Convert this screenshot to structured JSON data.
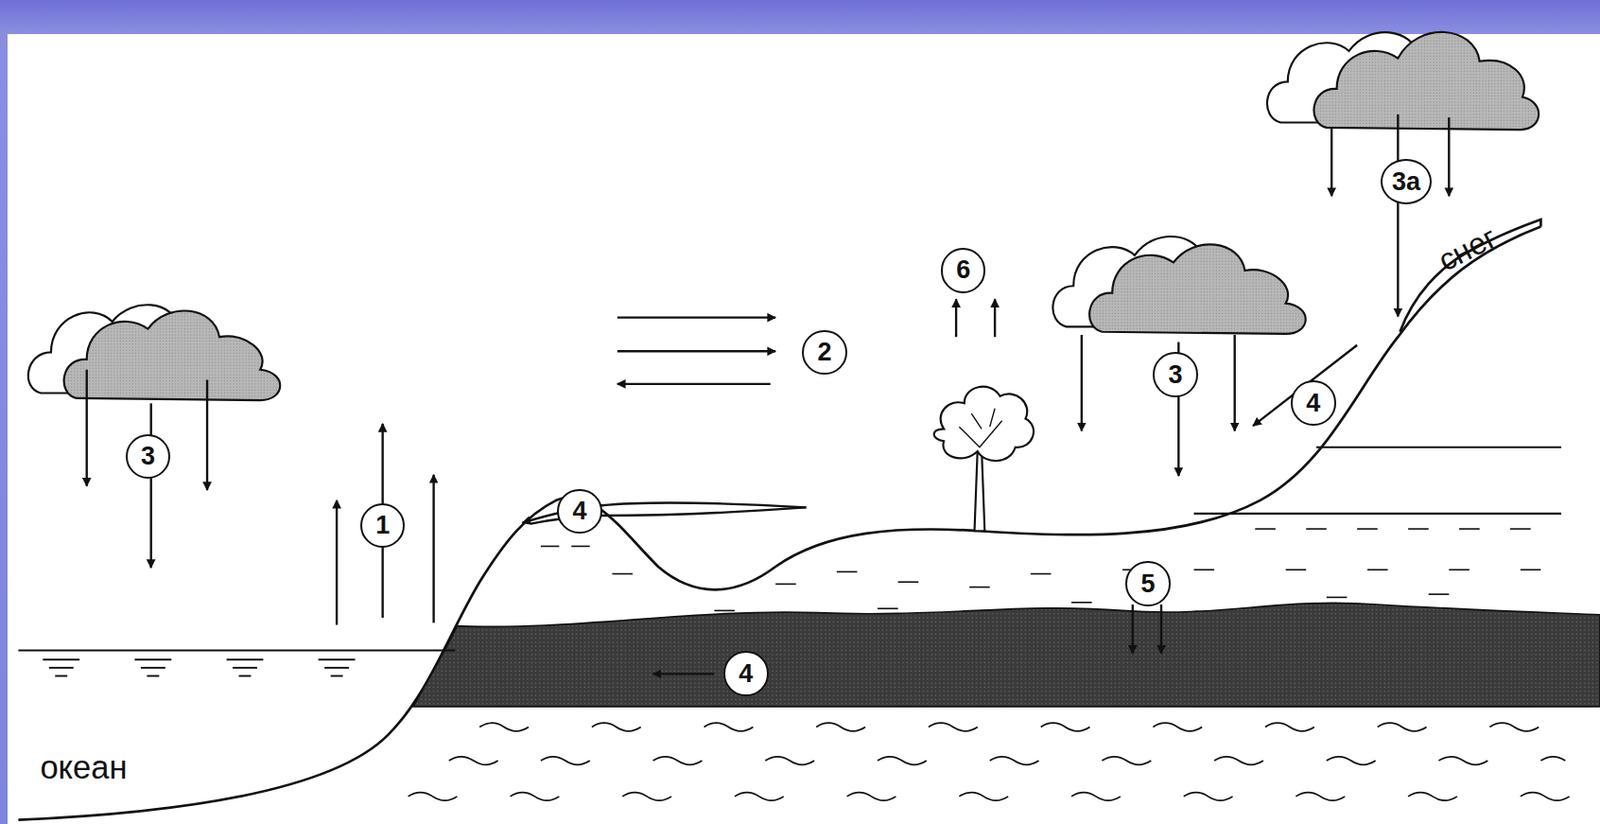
{
  "diagram": {
    "nodes": [
      {
        "text": [
          "3а"
        ]
      },
      {
        "text": [
          "6"
        ]
      },
      {
        "text": [
          "2"
        ]
      },
      {
        "text": [
          "3"
        ]
      },
      {
        "text": [
          "4"
        ]
      },
      {
        "text": [
          "3"
        ]
      },
      {
        "text": [
          "4"
        ]
      },
      {
        "text": [
          "1"
        ]
      },
      {
        "text": [
          "5"
        ]
      },
      {
        "text": [
          "4"
        ]
      }
    ],
    "labels": [
      "снег",
      "океан"
    ]
  }
}
